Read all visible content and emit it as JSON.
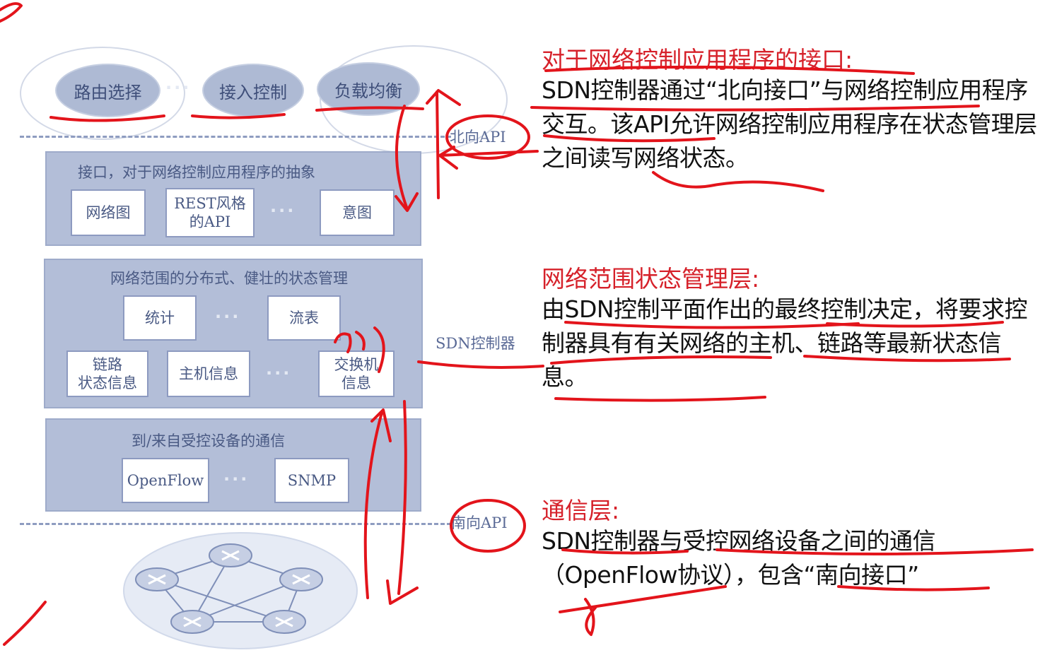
{
  "diagram": {
    "apps": [
      "路由选择",
      "接入控制",
      "负载均衡"
    ],
    "apps_ellipsis": "···",
    "north_api": "北向API",
    "south_api": "南向API",
    "controller_label": "SDN控制器",
    "layer1": {
      "title": "接口，对于网络控制应用程序的抽象",
      "cells": [
        "网络图",
        "REST风格\n的API",
        "意图"
      ]
    },
    "layer2": {
      "title": "网络范围的分布式、健壮的状态管理",
      "cells_top": [
        "统计",
        "流表"
      ],
      "cells_bottom": [
        "链路\n状态信息",
        "主机信息",
        "交换机\n信息"
      ]
    },
    "layer3": {
      "title": "到/来自受控设备的通信",
      "cells": [
        "OpenFlow",
        "SNMP"
      ]
    }
  },
  "notes": [
    {
      "title": "对于网络控制应用程序的接口:",
      "body": "SDN控制器通过“北向接口”与网络控制应用程序交互。该API允许网络控制应用程序在状态管理层之间读写网络状态。"
    },
    {
      "title": "网络范围状态管理层:",
      "body": "由SDN控制平面作出的最终控制决定，将要求控制器具有有关网络的主机、链路等最新状态信息。"
    },
    {
      "title": "通信层:",
      "body": "SDN控制器与受控网络设备之间的通信（OpenFlow协议），包含“南向接口”"
    }
  ],
  "colors": {
    "annotation_red": "#e3141b",
    "note_title_red": "#d6212a",
    "diagram_blue": "#b3bed8",
    "diagram_text": "#4a5a84"
  }
}
